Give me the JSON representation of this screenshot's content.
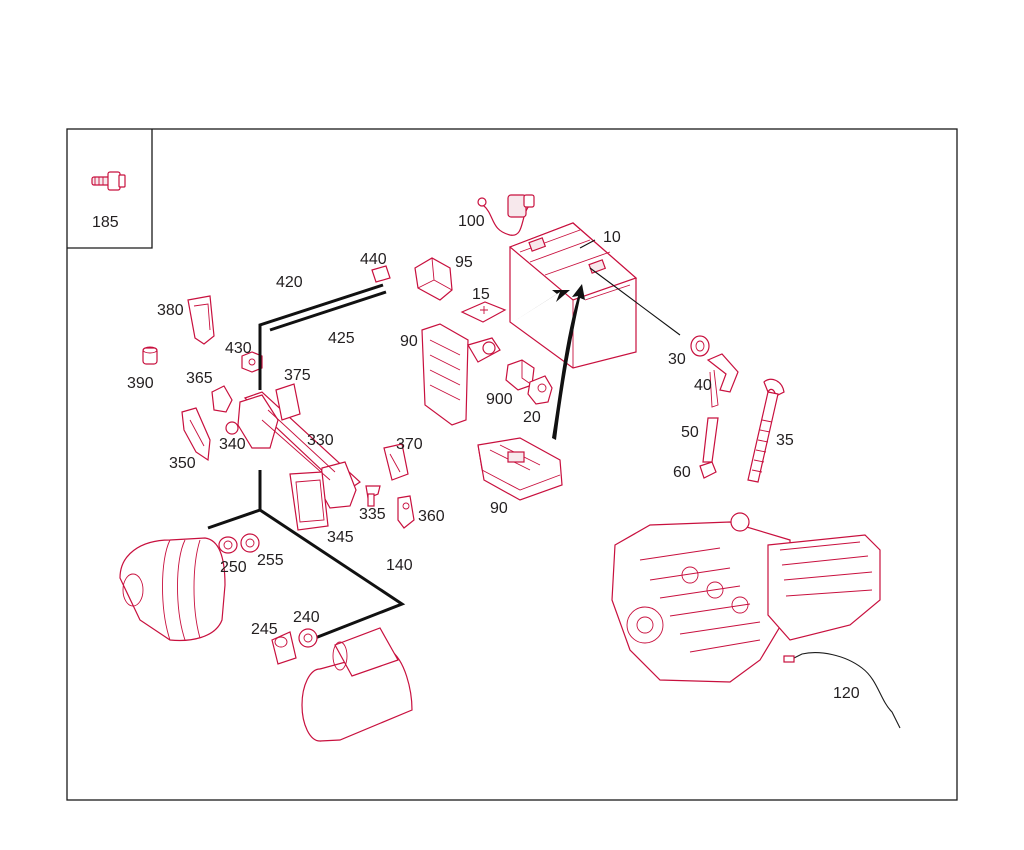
{
  "diagram": {
    "inset_label": "185",
    "callouts": {
      "c10": "10",
      "c15": "15",
      "c20": "20",
      "c30": "30",
      "c35": "35",
      "c40": "40",
      "c50": "50",
      "c60": "60",
      "c90a": "90",
      "c90b": "90",
      "c95": "95",
      "c100": "100",
      "c120": "120",
      "c140": "140",
      "c240": "240",
      "c245": "245",
      "c250": "250",
      "c255": "255",
      "c330": "330",
      "c335": "335",
      "c340": "340",
      "c345": "345",
      "c350": "350",
      "c360": "360",
      "c365": "365",
      "c370": "370",
      "c375": "375",
      "c380": "380",
      "c390": "390",
      "c420": "420",
      "c425": "425",
      "c430": "430",
      "c440": "440",
      "c900": "900"
    },
    "colors": {
      "part_stroke": "#c8103e",
      "line": "#111111",
      "text": "#231f20"
    }
  }
}
